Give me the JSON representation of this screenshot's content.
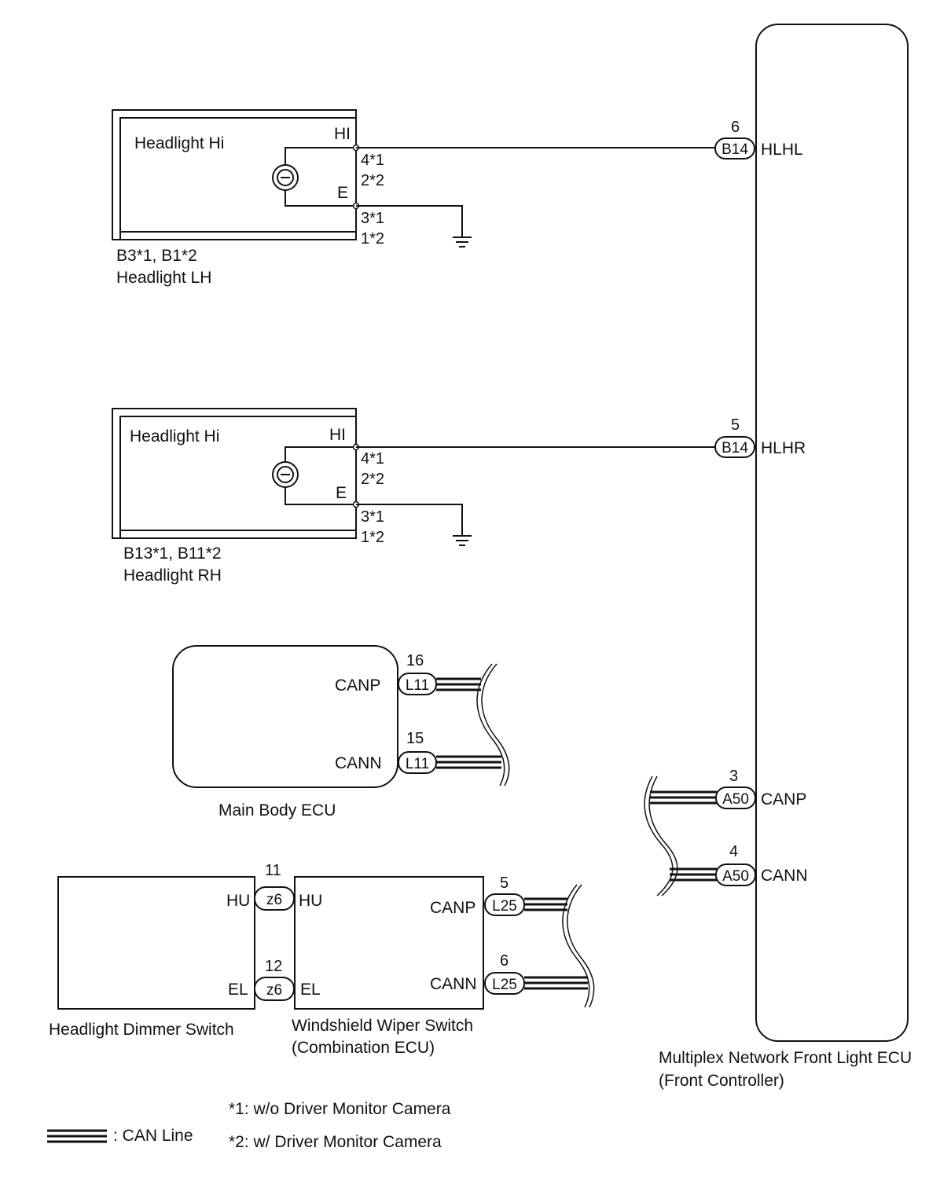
{
  "components": {
    "headlight_lh": {
      "inner_label": "Headlight Hi",
      "terminal_hi": "HI",
      "terminal_e": "E",
      "pin_hi_1": "4*1",
      "pin_hi_2": "2*2",
      "pin_e_1": "3*1",
      "pin_e_2": "1*2",
      "code": "B3*1, B1*2",
      "name": "Headlight LH"
    },
    "headlight_rh": {
      "inner_label": "Headlight Hi",
      "terminal_hi": "HI",
      "terminal_e": "E",
      "pin_hi_1": "4*1",
      "pin_hi_2": "2*2",
      "pin_e_1": "3*1",
      "pin_e_2": "1*2",
      "code": "B13*1, B11*2",
      "name": "Headlight RH"
    },
    "main_body_ecu": {
      "name": "Main Body ECU",
      "canp_label": "CANP",
      "cann_label": "CANN",
      "canp_pin": "16",
      "cann_pin": "15",
      "connector": "L11"
    },
    "dimmer_switch": {
      "name": "Headlight Dimmer Switch",
      "hu_label": "HU",
      "el_label": "EL"
    },
    "wiper_switch": {
      "name_line1": "Windshield Wiper Switch",
      "name_line2": "(Combination ECU)",
      "hu_label": "HU",
      "el_label": "EL",
      "canp_label": "CANP",
      "cann_label": "CANN",
      "hu_pin": "11",
      "el_pin": "12",
      "z_connector": "z6",
      "canp_pin": "5",
      "cann_pin": "6",
      "l_connector": "L25"
    },
    "front_light_ecu": {
      "name_line1": "Multiplex Network Front Light ECU",
      "name_line2": "(Front Controller)",
      "hlhl_label": "HLHL",
      "hlhr_label": "HLHR",
      "canp_label": "CANP",
      "cann_label": "CANN",
      "hlhl_pin": "6",
      "hlhr_pin": "5",
      "canp_pin": "3",
      "cann_pin": "4",
      "b_connector": "B14",
      "a_connector": "A50"
    }
  },
  "legend": {
    "can_line": ":  CAN Line",
    "note1": "*1: w/o Driver Monitor Camera",
    "note2": "*2: w/ Driver Monitor Camera"
  }
}
